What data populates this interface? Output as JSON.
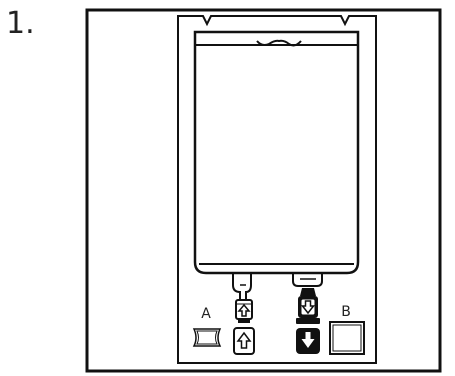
{
  "step": {
    "number": "1."
  },
  "illustration": {
    "port_a_label": "A",
    "port_b_label": "B",
    "icons": {
      "port_a_arrow": "arrow-up-outline",
      "port_b_arrow": "arrow-down-filled"
    },
    "colors": {
      "stroke": "#111111",
      "background": "#ffffff",
      "bag_fill": "#ffffff"
    }
  }
}
